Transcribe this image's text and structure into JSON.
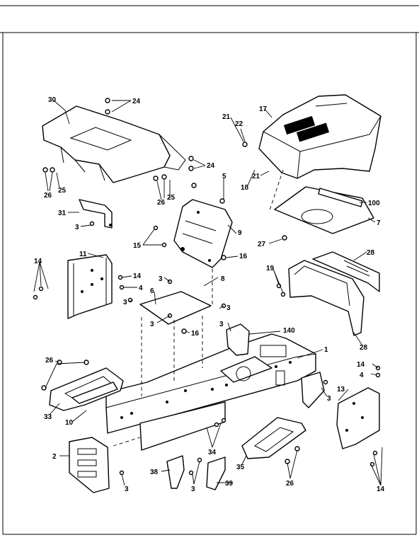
{
  "diagram": {
    "callouts": {
      "c30": "30",
      "c24a": "24",
      "c24b": "24",
      "c26a": "26",
      "c25a": "25",
      "c26b": "26",
      "c25b": "25",
      "c5": "5",
      "c31": "31",
      "c3a": "3",
      "c9": "9",
      "c15": "15",
      "c16a": "16",
      "c14a": "14",
      "c11": "11",
      "c14b": "14",
      "c4a": "4",
      "c3b": "3",
      "c8": "8",
      "c6": "6",
      "c3c": "3",
      "c3d": "3",
      "c3e": "3",
      "c16b": "16",
      "c3f": "3",
      "c140": "140",
      "c1": "1",
      "c26c": "26",
      "c33": "33",
      "c10": "10",
      "c3g": "3",
      "c2": "2",
      "c3h": "3",
      "c34": "34",
      "c38": "38",
      "c39": "39",
      "c3i": "3",
      "c35": "35",
      "c26d": "26",
      "c14c": "14",
      "c4b": "4",
      "c13": "13",
      "c14d": "14",
      "c21a": "21",
      "c22": "22",
      "c17": "17",
      "c18": "18",
      "c21b": "21",
      "c100": "100",
      "c7": "7",
      "c27": "27",
      "c28a": "28",
      "c19": "19",
      "c28b": "28"
    }
  }
}
